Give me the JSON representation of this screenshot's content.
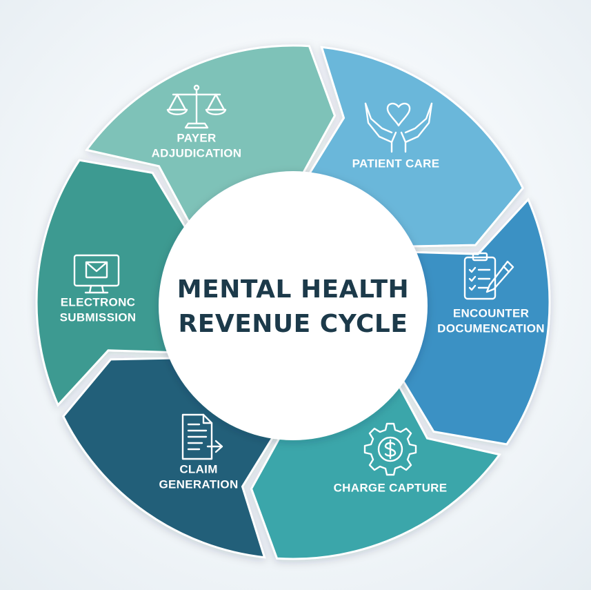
{
  "title": {
    "line1": "MENTAL HEALTH",
    "line2": "REVENUE CYCLE"
  },
  "segments": [
    {
      "label": [
        "PATIENT CARE"
      ],
      "icon": "hands-heart-icon",
      "color": "#6bb7da"
    },
    {
      "label": [
        "ENCOUNTER",
        "DOCUMENCATION"
      ],
      "icon": "clipboard-pen-icon",
      "color": "#3b91c4"
    },
    {
      "label": [
        "CHARGE CAPTURE"
      ],
      "icon": "gear-dollar-icon",
      "color": "#3aa6aa"
    },
    {
      "label": [
        "CLAIM",
        "GENERATION"
      ],
      "icon": "document-arrow-icon",
      "color": "#235f79"
    },
    {
      "label": [
        "ELECTRONC",
        "SUBMISSION"
      ],
      "icon": "monitor-envelope-icon",
      "color": "#3c9a91"
    },
    {
      "label": [
        "PAYER",
        "ADJUDICATION"
      ],
      "icon": "scales-icon",
      "color": "#7ec2b8"
    }
  ]
}
